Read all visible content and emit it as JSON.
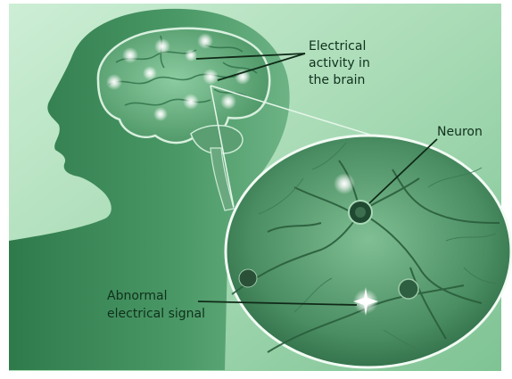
{
  "labels": {
    "electrical_activity": [
      "Electrical",
      "activity in",
      "the brain"
    ],
    "neuron": "Neuron",
    "abnormal_signal": [
      "Abnormal",
      "electrical signal"
    ]
  },
  "colors": {
    "bg_light": "#bfe3c8",
    "bg_mid": "#8ccba0",
    "head_dark": "#3f8a5a",
    "brain": "#6aaa7f",
    "lens_dark": "#2e6b45",
    "sparkle": "#ffffff",
    "text": "#10301c"
  }
}
